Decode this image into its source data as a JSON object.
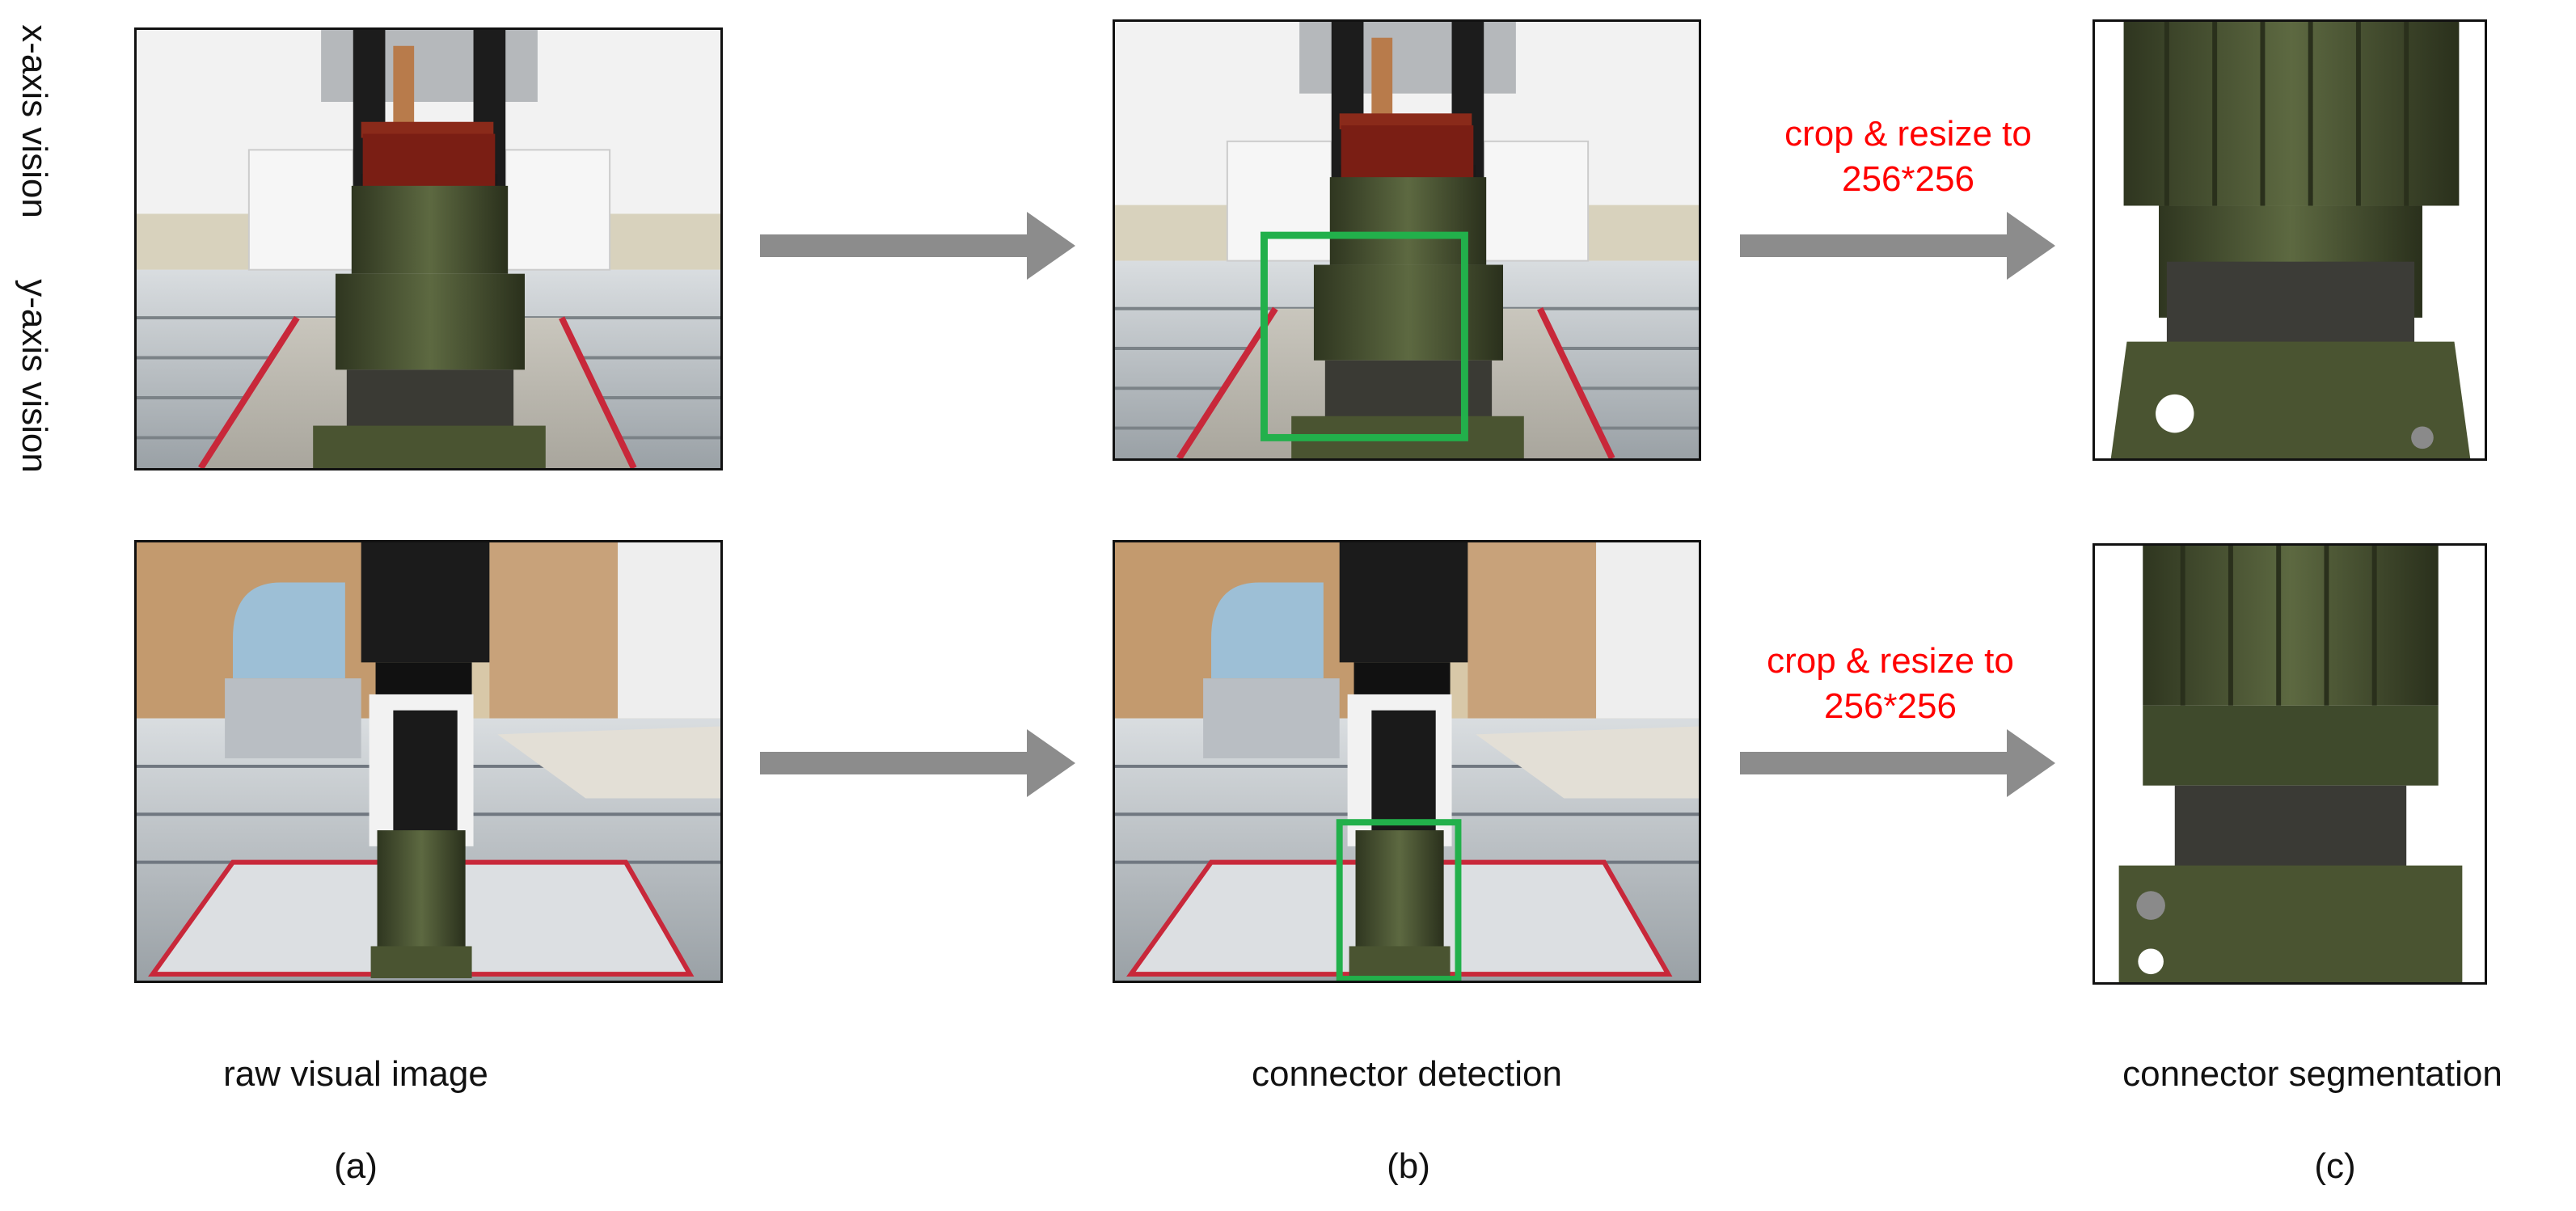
{
  "rows": [
    {
      "label": "x-axis vision",
      "arrow_text_1": "crop & resize to",
      "arrow_text_2": "256*256"
    },
    {
      "label": "y-axis vision",
      "arrow_text_1": "crop & resize to",
      "arrow_text_2": "256*256"
    }
  ],
  "columns": [
    {
      "caption": "raw visual image",
      "letter": "(a)"
    },
    {
      "caption": "connector detection",
      "letter": "(b)"
    },
    {
      "caption": "connector segmentation",
      "letter": "(c)"
    }
  ],
  "colors": {
    "arrow": "#8c8c8c",
    "detection_box": "#22b04b",
    "annotation_text": "#ff0000",
    "connector": "#4a5431",
    "work_area_outline": "#c8283a"
  }
}
